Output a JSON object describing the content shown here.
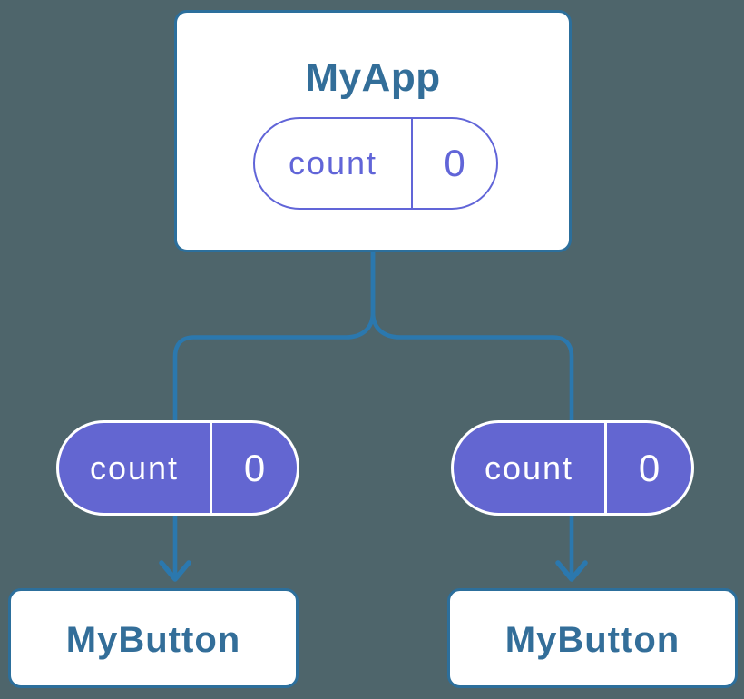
{
  "colors": {
    "background": "#4E656B",
    "connector_line": "#2B78AE",
    "box_border": "#2C6F9C",
    "component_title_text": "#336E99",
    "pill_outline_purple": "#6165D8",
    "pill_fill_purple": "#6366D1",
    "pill_filled_text": "#FFFFFF"
  },
  "tree": {
    "root": {
      "title": "MyApp",
      "state_pill": {
        "name": "count",
        "value": "0"
      }
    },
    "children": [
      {
        "title": "MyButton",
        "prop_pill": {
          "name": "count",
          "value": "0"
        }
      },
      {
        "title": "MyButton",
        "prop_pill": {
          "name": "count",
          "value": "0"
        }
      }
    ]
  }
}
